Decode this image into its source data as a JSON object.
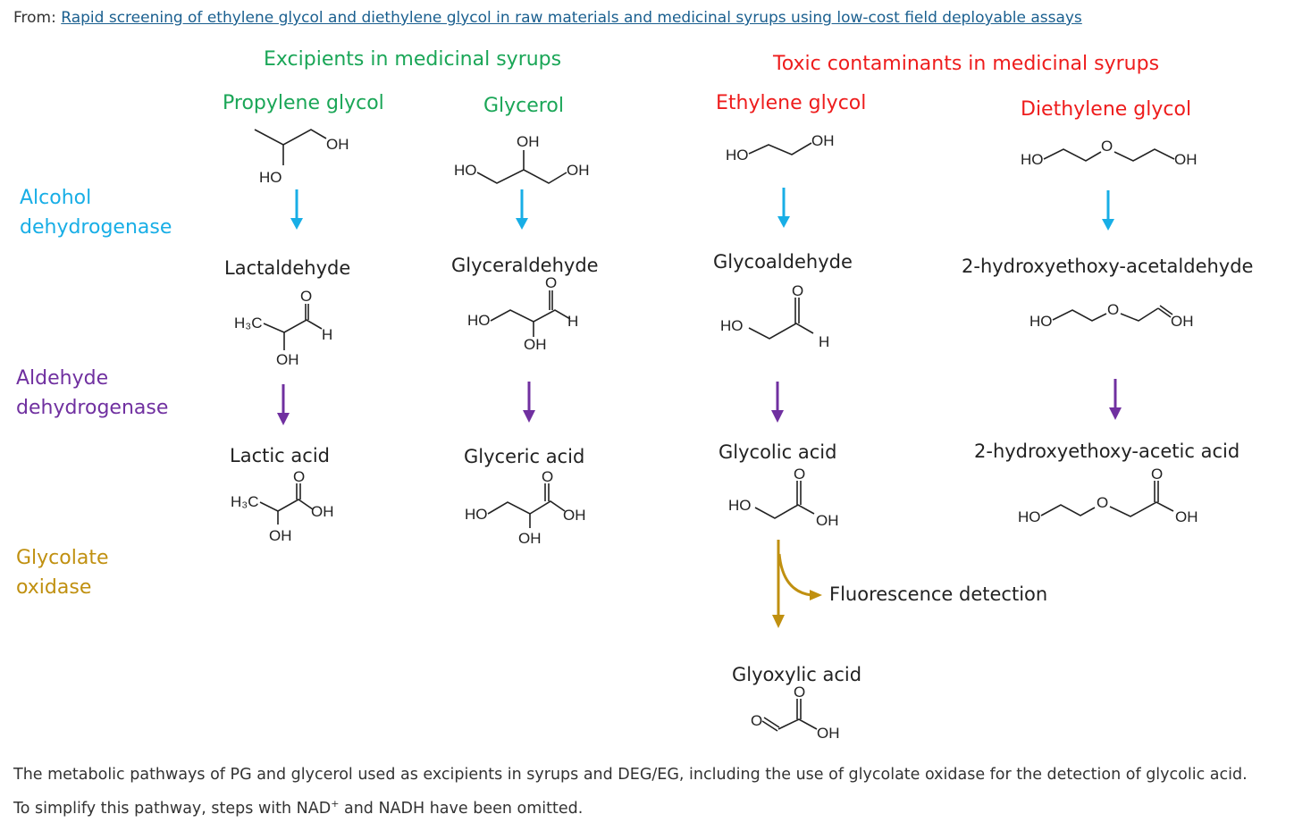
{
  "header": {
    "prefix": "From:",
    "link_text": "Rapid screening of ethylene glycol and diethylene glycol in raw materials and medicinal syrups using low-cost field deployable assays"
  },
  "sections": {
    "excipients": "Excipients in medicinal syrups",
    "toxic": "Toxic contaminants in medicinal syrups"
  },
  "enzymes": {
    "alcohol": [
      "Alcohol",
      "dehydrogenase"
    ],
    "aldehyde": [
      "Aldehyde",
      "dehydrogenase"
    ],
    "glycolate": [
      "Glycolate",
      "oxidase"
    ]
  },
  "colors": {
    "excipients": "#1aa657",
    "toxic": "#ee1c1c",
    "alcohol_dehydrogenase": "#18aee6",
    "aldehyde_dehydrogenase": "#7030a0",
    "glycolate_oxidase": "#c09010",
    "link": "#1a5f8f"
  },
  "pathways": [
    {
      "substrate": "Propylene glycol",
      "aldehyde": "Lactaldehyde",
      "acid": "Lactic acid"
    },
    {
      "substrate": "Glycerol",
      "aldehyde": "Glyceraldehyde",
      "acid": "Glyceric acid"
    },
    {
      "substrate": "Ethylene glycol",
      "aldehyde": "Glycoaldehyde",
      "acid": "Glycolic acid",
      "oxidase_product": "Glyoxylic acid",
      "detection": "Fluorescence detection"
    },
    {
      "substrate": "Diethylene glycol",
      "aldehyde": "2-hydroxyethoxy-acetaldehyde",
      "acid": "2-hydroxyethoxy-acetic acid"
    }
  ],
  "atoms": {
    "OH": "OH",
    "HO": "HO",
    "O": "O",
    "H": "H",
    "H3C": "H₃C"
  },
  "caption": {
    "line1": "The metabolic pathways of PG and glycerol used as excipients in syrups and DEG/EG, including the use of glycolate oxidase for the detection of glycolic acid.",
    "line2_pre": "To simplify this pathway, steps with NAD",
    "line2_sup": "+",
    "line2_post": " and NADH have been omitted."
  }
}
